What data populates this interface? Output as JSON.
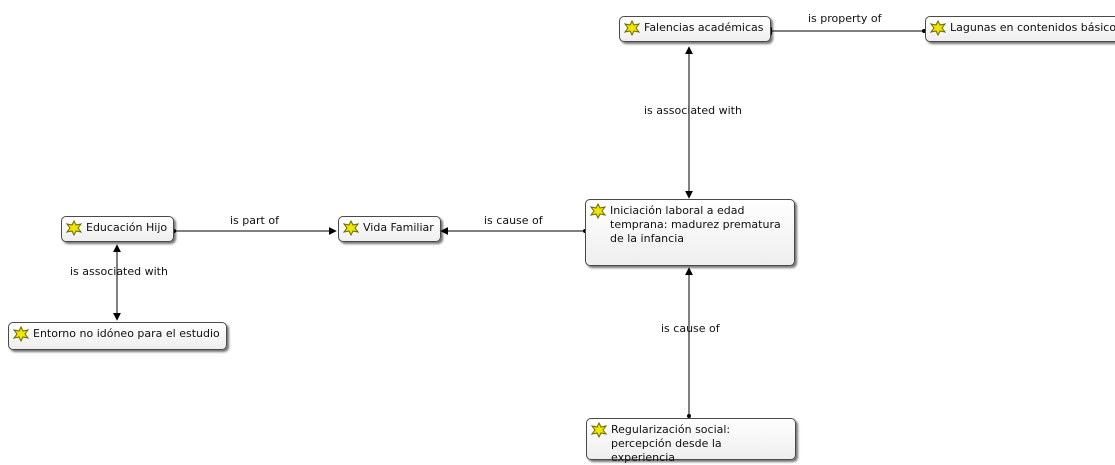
{
  "nodes": {
    "falencias": {
      "label": "Falencias académicas"
    },
    "lagunas": {
      "label": "Lagunas en contenidos básicos"
    },
    "educacion": {
      "label": "Educación Hijo"
    },
    "vida": {
      "label": "Vida Familiar"
    },
    "iniciacion": {
      "label": "Iniciación laboral a edad temprana: madurez prematura de la infancia"
    },
    "entorno": {
      "label": "Entorno no idóneo para el estudio"
    },
    "regularizacion": {
      "label": "Regularización social: percepción desde la experiencia"
    }
  },
  "edges": {
    "lagunas_falencias": {
      "label": "is property of"
    },
    "iniciacion_falencias": {
      "label": "is associated with"
    },
    "educacion_vida": {
      "label": "is part of"
    },
    "iniciacion_vida": {
      "label": "is cause of"
    },
    "educacion_entorno": {
      "label": "is associated with"
    },
    "regularizacion_iniciacion": {
      "label": "is cause of"
    }
  },
  "colors": {
    "icon_fill": "#f2e600",
    "icon_stroke": "#6a6a00",
    "edge": "#000000"
  }
}
